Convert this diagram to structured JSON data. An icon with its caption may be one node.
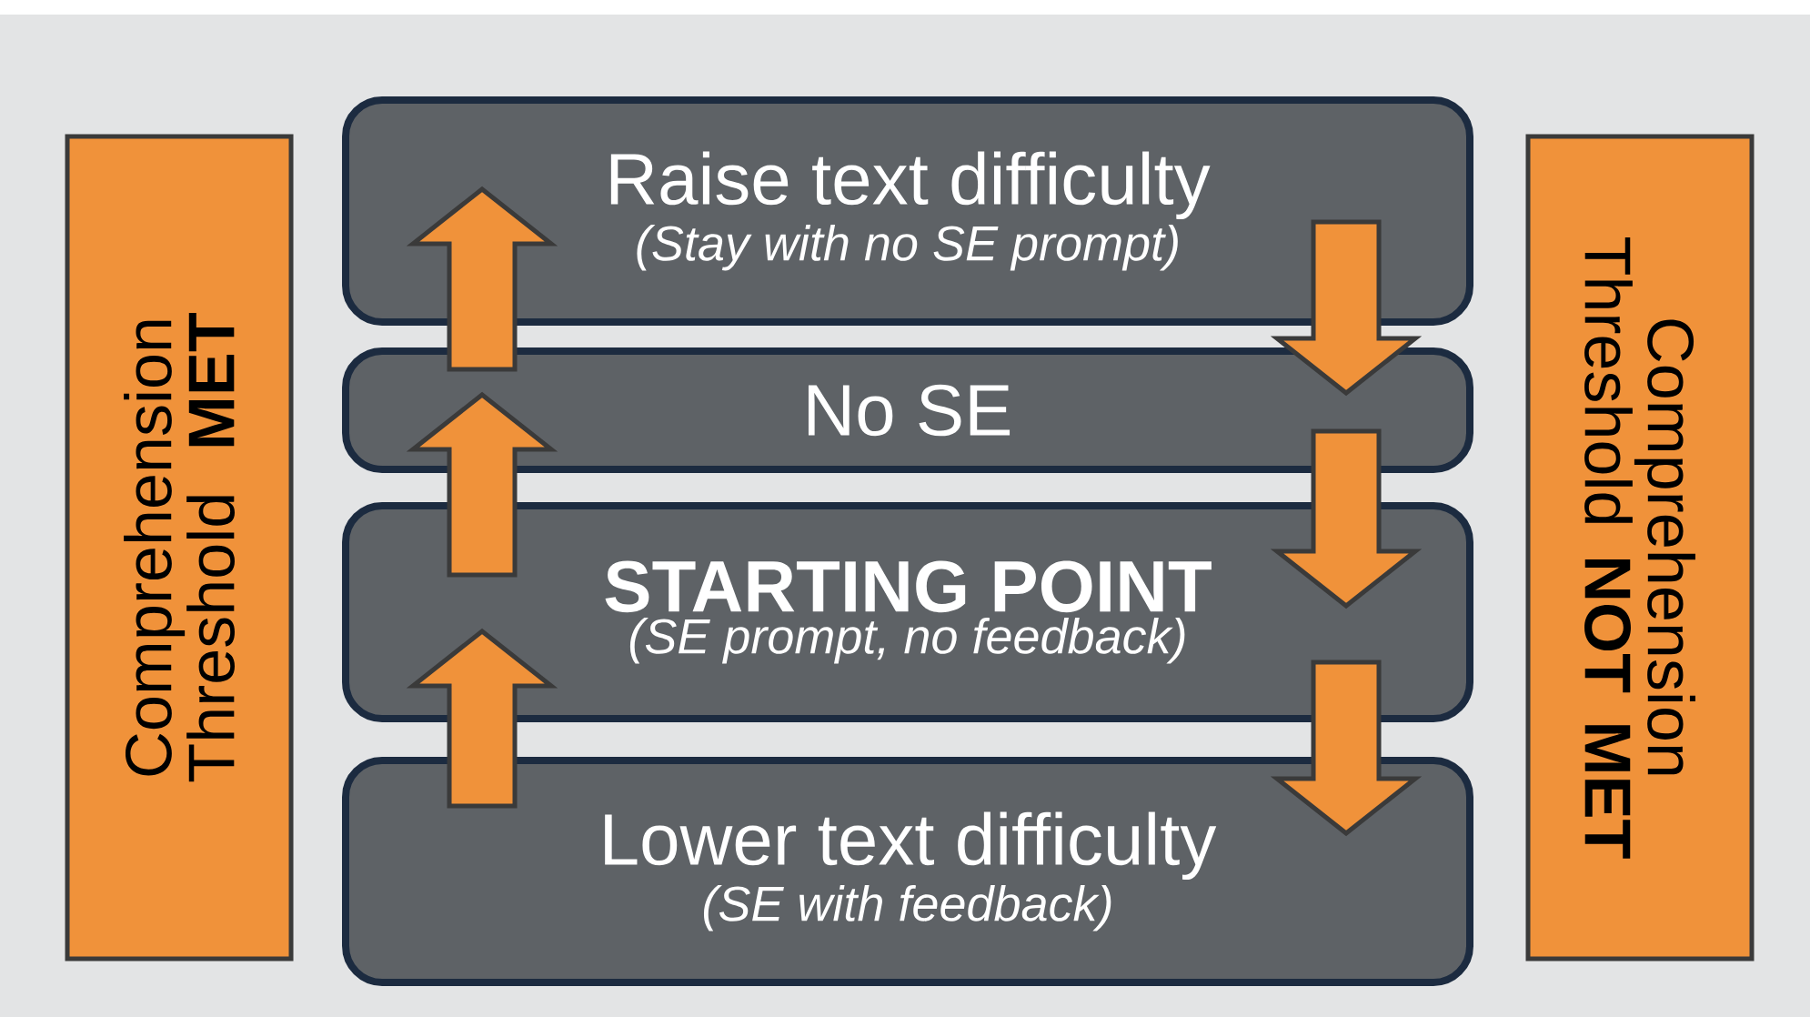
{
  "diagram": {
    "nodes": [
      {
        "text": [
          "Comprehension Threshold **MET**"
        ]
      },
      {
        "text": [
          "Raise text difficulty",
          "(Stay with no SE prompt)"
        ]
      },
      {
        "text": [
          "No SE"
        ]
      },
      {
        "text": [
          "STARTING POINT",
          "(SE prompt, no feedback)"
        ]
      },
      {
        "text": [
          "Lower text difficulty",
          "(SE with feedback)"
        ]
      },
      {
        "text": [
          "Comprehension Threshold **NOT MET**"
        ]
      }
    ],
    "edges": [
      {
        "from": 4,
        "to": 3,
        "arrow": "to"
      },
      {
        "from": 3,
        "to": 2,
        "arrow": "to"
      },
      {
        "from": 2,
        "to": 1,
        "arrow": "to"
      },
      {
        "from": 1,
        "to": 2,
        "arrow": "to"
      },
      {
        "from": 2,
        "to": 3,
        "arrow": "to"
      },
      {
        "from": 3,
        "to": 4,
        "arrow": "to"
      }
    ]
  }
}
